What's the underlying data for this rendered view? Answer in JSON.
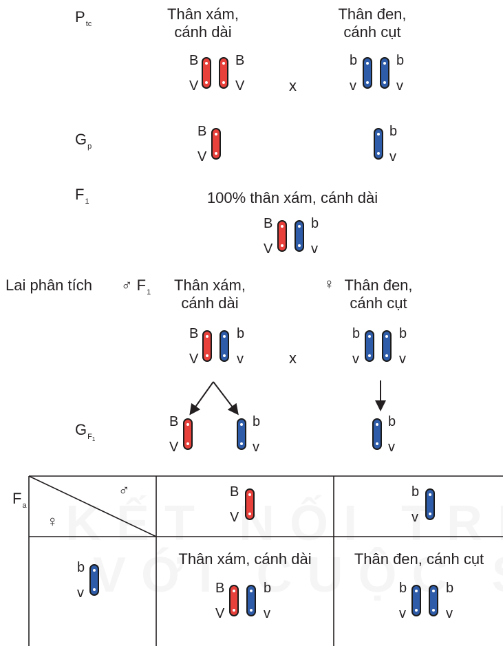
{
  "colors": {
    "dominant": "#e8403b",
    "recessive": "#2f5ca8",
    "text": "#231f20"
  },
  "labels": {
    "p": "P",
    "p_sub": "tc",
    "gp": "G",
    "gp_sub": "p",
    "f1": "F",
    "f1_sub": "1",
    "test_cross": "Lai phân tích",
    "male_f1": "F",
    "male_f1_sub": "1",
    "gf1": "G",
    "gf1_sub": "F",
    "gf1_sub2": "1",
    "fa": "F",
    "fa_sub": "a",
    "male_symbol": "♂",
    "female_symbol": "♀",
    "cross": "x"
  },
  "p": {
    "left_line1": "Thân xám,",
    "left_line2": "cánh dài",
    "right_line1": "Thân đen,",
    "right_line2": "cánh cụt"
  },
  "f1": {
    "text": "100% thân xám, cánh dài"
  },
  "testcross": {
    "left_line1": "Thân xám,",
    "left_line2": "cánh dài",
    "right_line1": "Thân đen,",
    "right_line2": "cánh cụt"
  },
  "alleles": {
    "B": "B",
    "V": "V",
    "b": "b",
    "v": "v"
  },
  "table": {
    "result1": "Thân xám, cánh dài",
    "result2": "Thân đen, cánh cụt"
  },
  "watermark": {
    "line1": "KẾT NỐI TRI THỨC",
    "line2": "VỚI CUỘC SỐNG"
  }
}
